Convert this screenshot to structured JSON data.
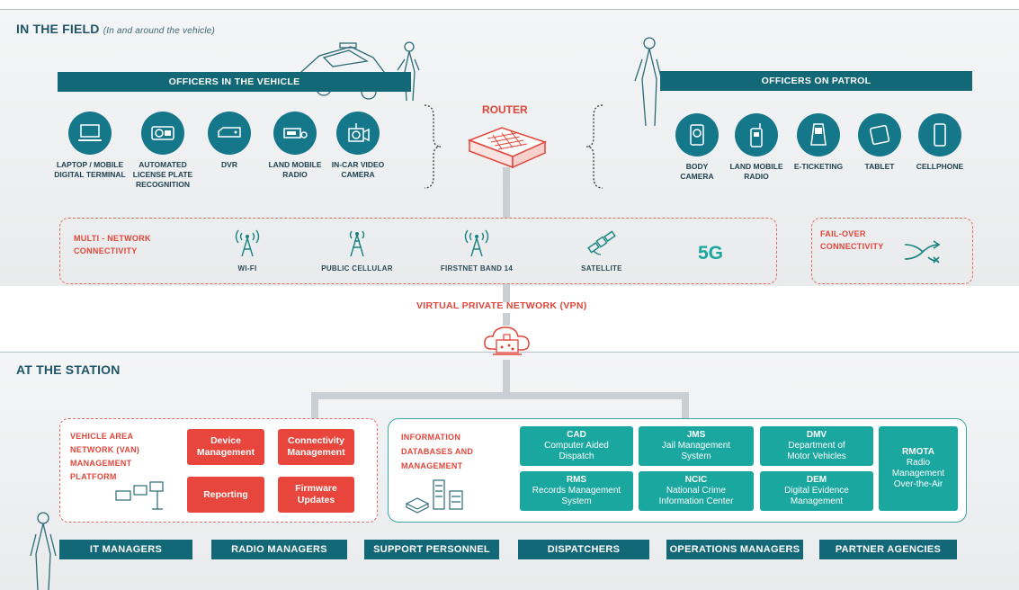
{
  "field": {
    "title": "IN THE FIELD",
    "subtitle": "(In and around the vehicle)",
    "vehicle_bar": "OFFICERS IN THE VEHICLE",
    "patrol_bar": "OFFICERS ON PATROL",
    "vehicle_devices": [
      {
        "l1": "LAPTOP / MOBILE",
        "l2": "DIGITAL TERMINAL",
        "l3": "",
        "icon": "laptop-icon"
      },
      {
        "l1": "AUTOMATED",
        "l2": "LICENSE PLATE",
        "l3": "RECOGNITION",
        "icon": "license-plate-reader-icon"
      },
      {
        "l1": "DVR",
        "l2": "",
        "l3": "",
        "icon": "dvr-icon"
      },
      {
        "l1": "LAND MOBILE",
        "l2": "RADIO",
        "l3": "",
        "icon": "car-radio-icon"
      },
      {
        "l1": "IN-CAR VIDEO",
        "l2": "CAMERA",
        "l3": "",
        "icon": "video-camera-icon"
      }
    ],
    "patrol_devices": [
      {
        "l1": "BODY",
        "l2": "CAMERA",
        "icon": "body-camera-icon"
      },
      {
        "l1": "LAND MOBILE",
        "l2": "RADIO",
        "icon": "handheld-radio-icon"
      },
      {
        "l1": "E-TICKETING",
        "l2": "",
        "icon": "ticketing-device-icon"
      },
      {
        "l1": "TABLET",
        "l2": "",
        "icon": "tablet-icon"
      },
      {
        "l1": "CELLPHONE",
        "l2": "",
        "icon": "cellphone-icon"
      }
    ],
    "router_label": "ROUTER",
    "multi_network": {
      "l1": "MULTI - NETWORK",
      "l2": "CONNECTIVITY"
    },
    "networks": [
      "WI-FI",
      "PUBLIC CELLULAR",
      "FIRSTNET BAND 14",
      "SATELLITE"
    ],
    "five_g": "5G",
    "failover": {
      "l1": "FAIL-OVER",
      "l2": "CONNECTIVITY"
    }
  },
  "vpn_label": "VIRTUAL PRIVATE NETWORK (VPN)",
  "station": {
    "title": "AT THE STATION",
    "van": {
      "l1": "VEHICLE AREA",
      "l2": "NETWORK (VAN)",
      "l3": "MANAGEMENT",
      "l4": "PLATFORM"
    },
    "van_buttons": [
      {
        "l1": "Device",
        "l2": "Management"
      },
      {
        "l1": "Connectivity",
        "l2": "Management"
      },
      {
        "l1": "Reporting",
        "l2": ""
      },
      {
        "l1": "Firmware",
        "l2": "Updates"
      }
    ],
    "info": {
      "l1": "INFORMATION",
      "l2": "DATABASES AND",
      "l3": "MANAGEMENT"
    },
    "databases": [
      {
        "title": "CAD",
        "d1": "Computer Aided",
        "d2": "Dispatch"
      },
      {
        "title": "JMS",
        "d1": "Jail Management",
        "d2": "System"
      },
      {
        "title": "DMV",
        "d1": "Department of",
        "d2": "Motor Vehicles"
      },
      {
        "title": "RMS",
        "d1": "Records Management",
        "d2": "System"
      },
      {
        "title": "NCIC",
        "d1": "National Crime",
        "d2": "Information Center"
      },
      {
        "title": "DEM",
        "d1": "Digital Evidence",
        "d2": "Management"
      }
    ],
    "rmota": {
      "title": "RMOTA",
      "d1": "Radio",
      "d2": "Management",
      "d3": "Over-the-Air"
    },
    "roles": [
      "IT MANAGERS",
      "RADIO MANAGERS",
      "SUPPORT PERSONNEL",
      "DISPATCHERS",
      "OPERATIONS MANAGERS",
      "PARTNER AGENCIES"
    ]
  },
  "colors": {
    "teal": "#136878",
    "aqua": "#1aa7a0",
    "red": "#e8453c"
  }
}
